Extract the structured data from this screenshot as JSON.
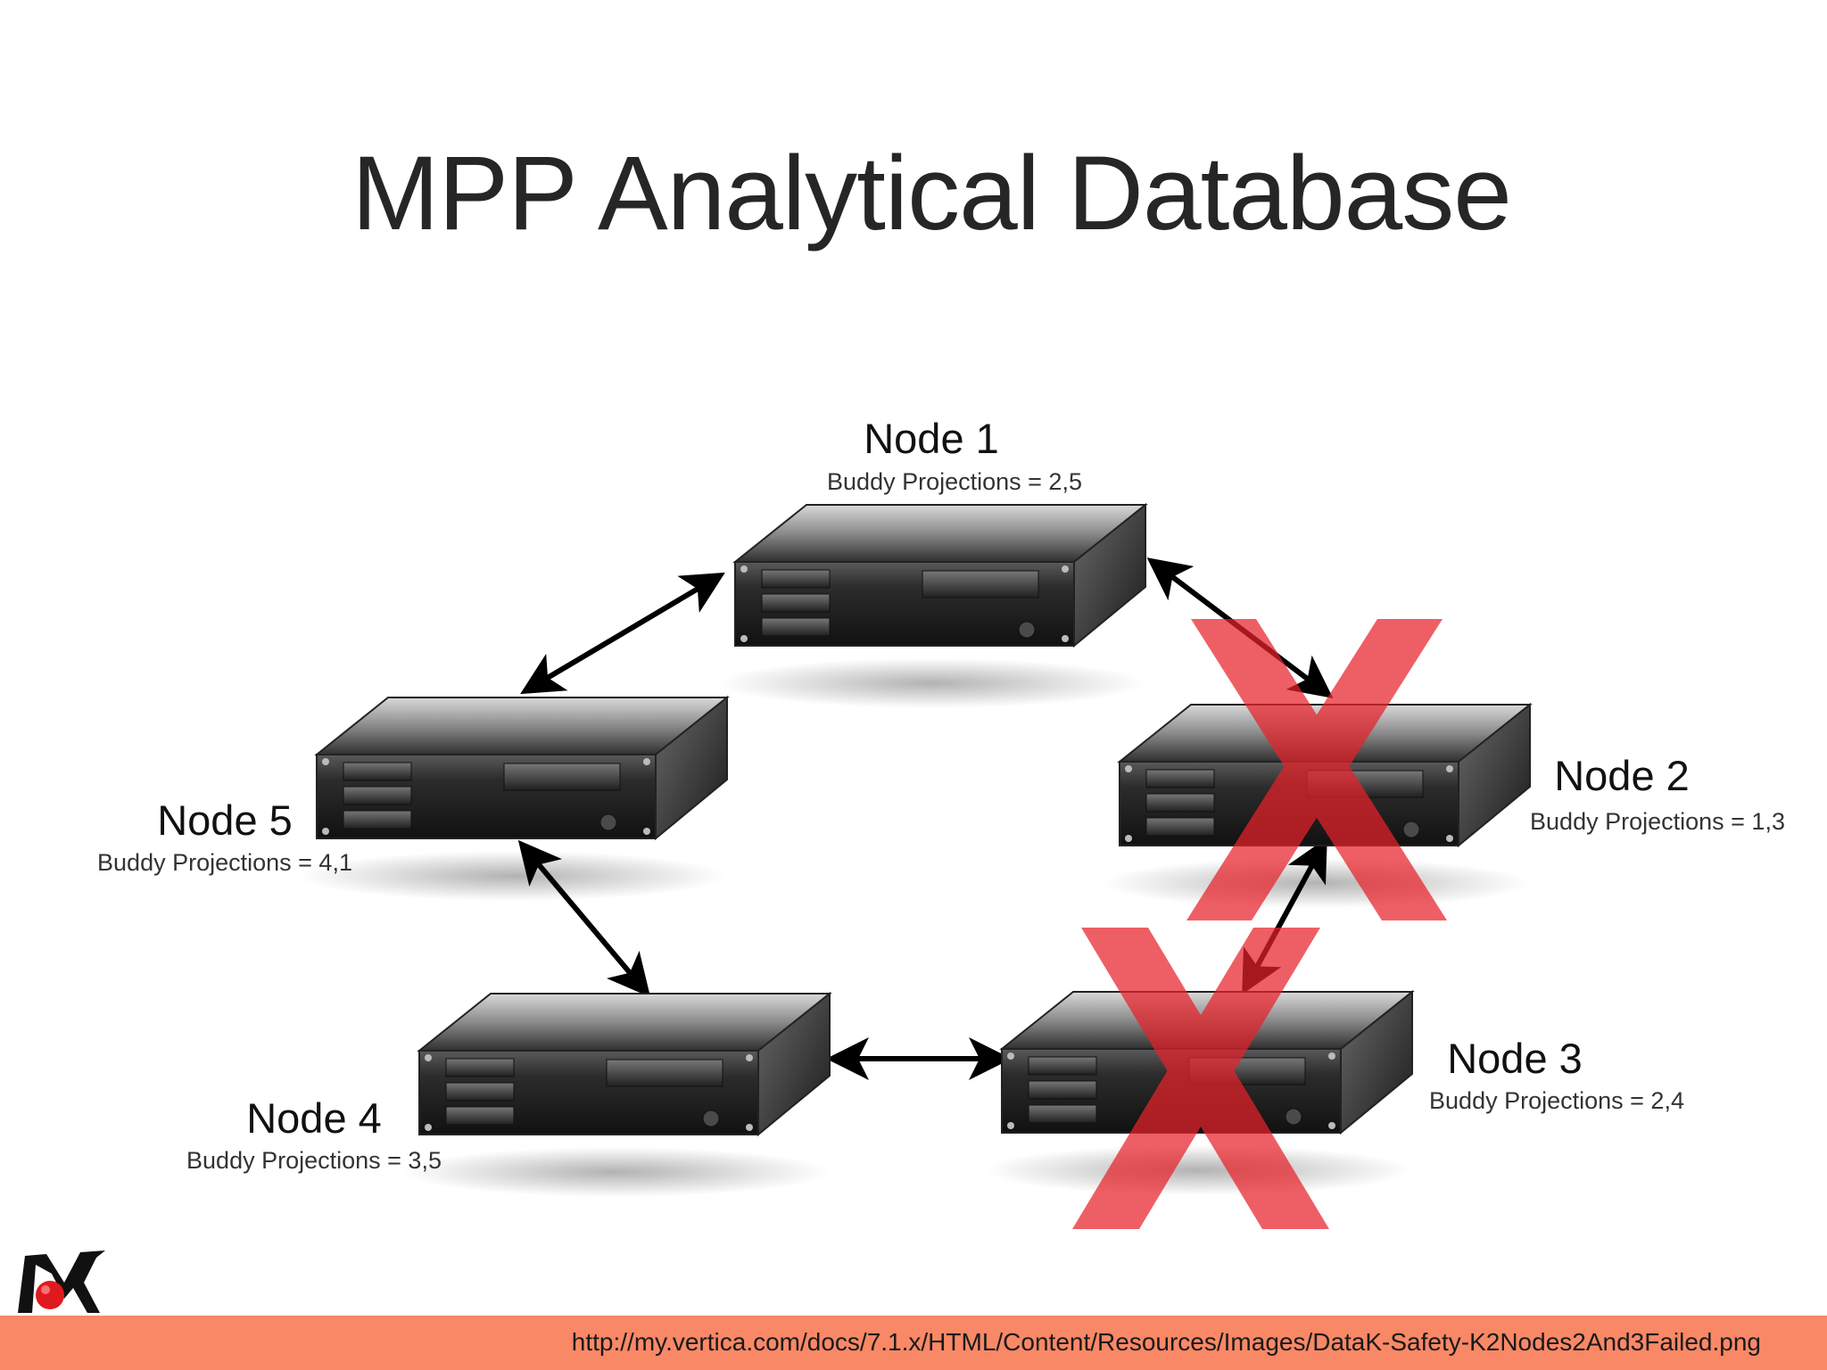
{
  "slide": {
    "title": "MPP Analytical Database",
    "footer_url": "http://my.vertica.com/docs/7.1.x/HTML/Content/Resources/Images/DataK-Safety-K2Nodes2And3Failed.png"
  },
  "nodes": [
    {
      "name": "Node 1",
      "buddy": "Buddy Projections = 2,5",
      "failed": false
    },
    {
      "name": "Node 2",
      "buddy": "Buddy Projections = 1,3",
      "failed": true
    },
    {
      "name": "Node 3",
      "buddy": "Buddy Projections = 2,4",
      "failed": true
    },
    {
      "name": "Node 4",
      "buddy": "Buddy Projections = 3,5",
      "failed": false
    },
    {
      "name": "Node 5",
      "buddy": "Buddy Projections = 4,1",
      "failed": false
    }
  ],
  "links": [
    [
      "Node 1",
      "Node 5"
    ],
    [
      "Node 1",
      "Node 2"
    ],
    [
      "Node 2",
      "Node 3"
    ],
    [
      "Node 3",
      "Node 4"
    ],
    [
      "Node 4",
      "Node 5"
    ]
  ],
  "colors": {
    "footer_bar": "#f98866",
    "failed_mark": "#e8222a",
    "server_body": "#3a3a3a"
  },
  "icons": {
    "server": "server-icon",
    "failed": "x-mark-icon",
    "logo": "logo-icon"
  }
}
